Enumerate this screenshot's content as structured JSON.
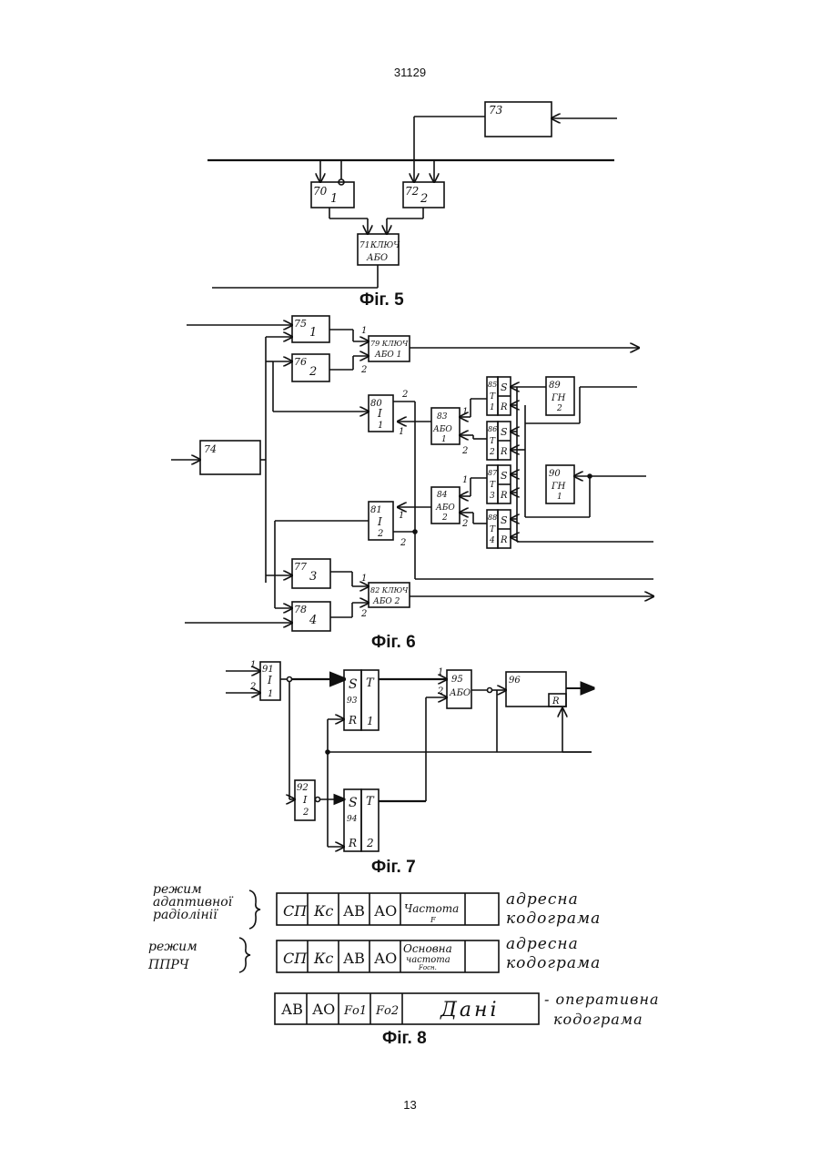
{
  "page": {
    "header": "31129",
    "number": "13"
  },
  "fig5": {
    "caption": "Фіг. 5",
    "blocks": {
      "b73": "73",
      "b70_num": "70",
      "b70_label": "1",
      "b72_num": "72",
      "b72_label": "2",
      "b71_num": "71",
      "b71_label": "КЛЮЧ",
      "b71_sub": "АБО"
    }
  },
  "fig6": {
    "caption": "Фіг. 6",
    "blocks": {
      "b75": "75",
      "b75_label": "1",
      "b76": "76",
      "b76_label": "2",
      "b77": "77",
      "b77_label": "3",
      "b78": "78",
      "b78_label": "4",
      "b74": "74",
      "b79": "79 КЛЮЧ",
      "b79_sub": "АБО 1",
      "b82": "82 КЛЮЧ",
      "b82_sub": "АБО 2",
      "b80": "80",
      "b80_label": "І",
      "b80_sub": "1",
      "b81": "81",
      "b81_label": "І",
      "b81_sub": "2",
      "b83": "83",
      "b83_label": "АБО",
      "b83_sub": "1",
      "b84": "84",
      "b84_label": "АБО",
      "b84_sub": "2",
      "b85": "85",
      "b85_t": "Т",
      "b85_n": "1",
      "b86": "86",
      "b86_t": "Т",
      "b86_n": "2",
      "b87": "87",
      "b87_t": "Т",
      "b87_n": "3",
      "b88": "88",
      "b88_t": "Т",
      "b88_n": "4",
      "s": "S",
      "r": "R",
      "b89": "89",
      "b89_label": "ГН",
      "b89_sub": "2",
      "b90": "90",
      "b90_label": "ГН",
      "b90_sub": "1",
      "in1": "1",
      "in2": "2"
    }
  },
  "fig7": {
    "caption": "Фіг. 7",
    "blocks": {
      "b91": "91",
      "b91_label": "І",
      "b91_sub": "1",
      "b92": "92",
      "b92_label": "І",
      "b92_sub": "2",
      "b93_s": "S",
      "b93_num": "93",
      "b93_r": "R",
      "b93_t": "Т",
      "b93_n": "1",
      "b94_s": "S",
      "b94_num": "94",
      "b94_r": "R",
      "b94_t": "Т",
      "b94_n": "2",
      "b95": "95",
      "b95_label": "АБО",
      "b96": "96",
      "b96_r": "R",
      "in1": "1",
      "in2": "2"
    }
  },
  "fig8": {
    "caption": "Фіг. 8",
    "row1": {
      "mode": [
        "режим",
        "адаптивної",
        "радіолінії"
      ],
      "cells": [
        "СП",
        "Кс",
        "АВ",
        "АО",
        "Частота",
        ""
      ],
      "cell_sub": "F",
      "note": [
        "адресна",
        "кодограма"
      ]
    },
    "row2": {
      "mode": [
        "режим",
        "ППРЧ"
      ],
      "cells": [
        "СП",
        "Кс",
        "АВ",
        "АО",
        "Основна",
        ""
      ],
      "cell_sub": [
        "частота",
        "Fосн."
      ],
      "note": [
        "адресна",
        "кодограма"
      ]
    },
    "row3": {
      "cells": [
        "АВ",
        "АО",
        "Fо1",
        "Fо2",
        "Дані"
      ],
      "note": [
        "- оперативна",
        "кодограма"
      ]
    }
  }
}
